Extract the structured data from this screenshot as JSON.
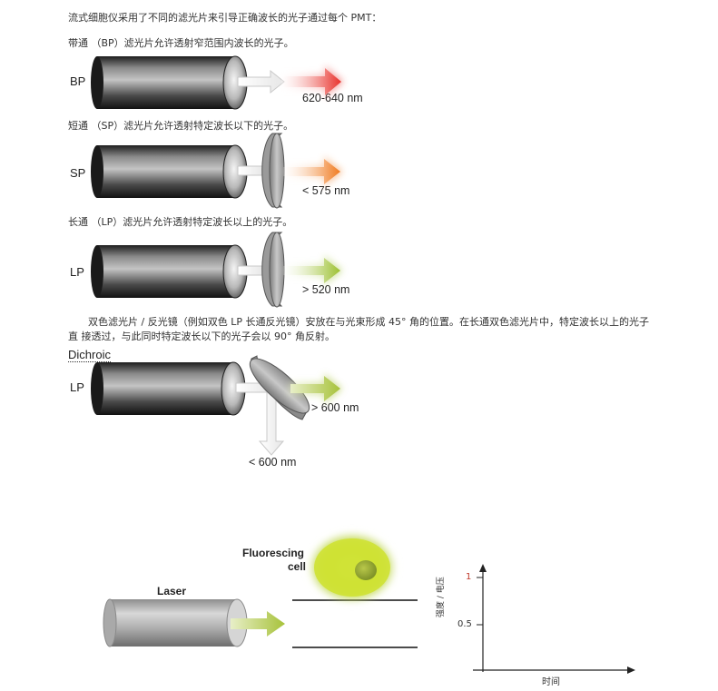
{
  "intro": "流式细胞仪采用了不同的滤光片来引导正确波长的光子通过每个 PMT：",
  "bp": {
    "desc": "带通 （BP）滤光片允许透射窄范围内波长的光子。",
    "label": "BP",
    "range": "620-640 nm",
    "color": "#e8302a"
  },
  "sp": {
    "desc": "短通 （SP）滤光片允许透射特定波长以下的光子。",
    "label": "SP",
    "range": "< 575 nm",
    "color": "#f07a1e"
  },
  "lp": {
    "desc": "长通 （LP）滤光片允许透射特定波长以上的光子。",
    "label": "LP",
    "range": "> 520 nm",
    "color": "#9cc030"
  },
  "dichroic": {
    "desc": "双色滤光片 / 反光镜（例如双色 LP 长通反光镜）安放在与光束形成 45° 角的位置。在长通双色滤光片中，特定波长以上的光子直 接透过，与此同时特定波长以下的光子会以 90° 角反射。",
    "title": "Dichroic",
    "label": "LP",
    "pass": "> 600 nm",
    "reflect": "< 600 nm",
    "color": "#a7c23a"
  },
  "bottom": {
    "laser": "Laser",
    "cell_line1": "Fluorescing",
    "cell_line2": "cell",
    "cell_color": "#c4dc2c",
    "y_axis": "强度 / 电压",
    "x_axis": "时间",
    "tick_1": "1",
    "tick_05": "0.5"
  }
}
